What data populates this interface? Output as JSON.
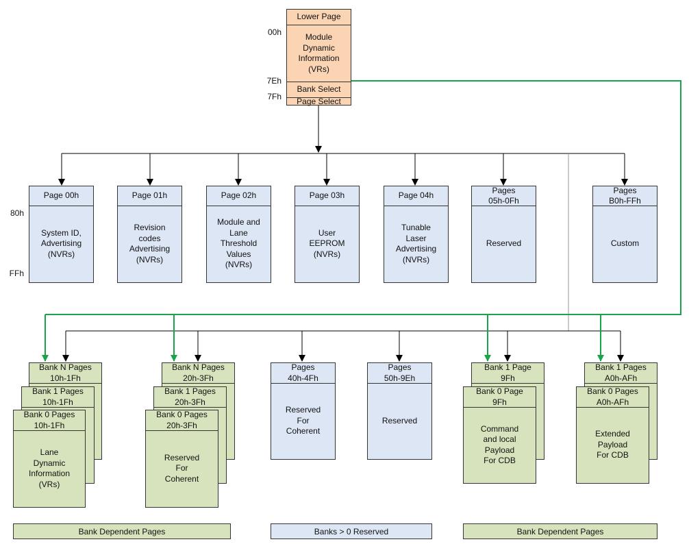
{
  "lower_page": {
    "title": "Lower Page",
    "dynamic": "Module\nDynamic\nInformation\n(VRs)",
    "bank_select": "Bank Select",
    "page_select": "Page Select",
    "addr_00h": "00h",
    "addr_7eh": "7Eh",
    "addr_7fh": "7Fh"
  },
  "upper_addr": {
    "start": "80h",
    "end": "FFh"
  },
  "upper_pages": [
    {
      "title": "Page 00h",
      "body": "System ID,\nAdvertising\n(NVRs)"
    },
    {
      "title": "Page 01h",
      "body": "Revision\ncodes\nAdvertising\n(NVRs)"
    },
    {
      "title": "Page 02h",
      "body": "Module and\nLane\nThreshold\nValues\n(NVRs)"
    },
    {
      "title": "Page 03h",
      "body": "User\nEEPROM\n(NVRs)"
    },
    {
      "title": "Page 04h",
      "body": "Tunable\nLaser\nAdvertising\n(NVRs)"
    },
    {
      "title": "Pages\n05h-0Fh",
      "body": "Reserved"
    },
    {
      "title": "Pages\nB0h-FFh",
      "body": "Custom"
    }
  ],
  "banked_groups": [
    {
      "bank_n": "Bank N Pages\n10h-1Fh",
      "bank_1": "Bank 1 Pages\n10h-1Fh",
      "bank_0": "Bank 0 Pages\n10h-1Fh",
      "body": "Lane\nDynamic\nInformation\n(VRs)"
    },
    {
      "bank_n": "Bank N Pages\n20h-3Fh",
      "bank_1": "Bank 1 Pages\n20h-3Fh",
      "bank_0": "Bank 0 Pages\n20h-3Fh",
      "body": "Reserved\nFor\nCoherent"
    }
  ],
  "reserved_pages": [
    {
      "title": "Pages\n40h-4Fh",
      "body": "Reserved\nFor\nCoherent"
    },
    {
      "title": "Pages\n50h-9Eh",
      "body": "Reserved"
    }
  ],
  "cdb_groups": [
    {
      "bank_1": "Bank 1 Page\n9Fh",
      "bank_0": "Bank 0 Page\n9Fh",
      "body": "Command\nand  local\nPayload\nFor CDB"
    },
    {
      "bank_1": "Bank 1 Pages\nA0h-AFh",
      "bank_0": "Bank 0 Pages\nA0h-AFh",
      "body": "Extended\nPayload\nFor CDB"
    }
  ],
  "legend": {
    "left": "Bank Dependent Pages",
    "middle": "Banks > 0 Reserved",
    "right": "Bank Dependent Pages"
  },
  "colors": {
    "lower_page": "#fbd4b4",
    "upper_page": "#dde6f4",
    "banked_page": "#d6e3bc",
    "bank_select_line": "#1aa34a",
    "page_select_line": "#000000",
    "gray_line": "#999999"
  }
}
